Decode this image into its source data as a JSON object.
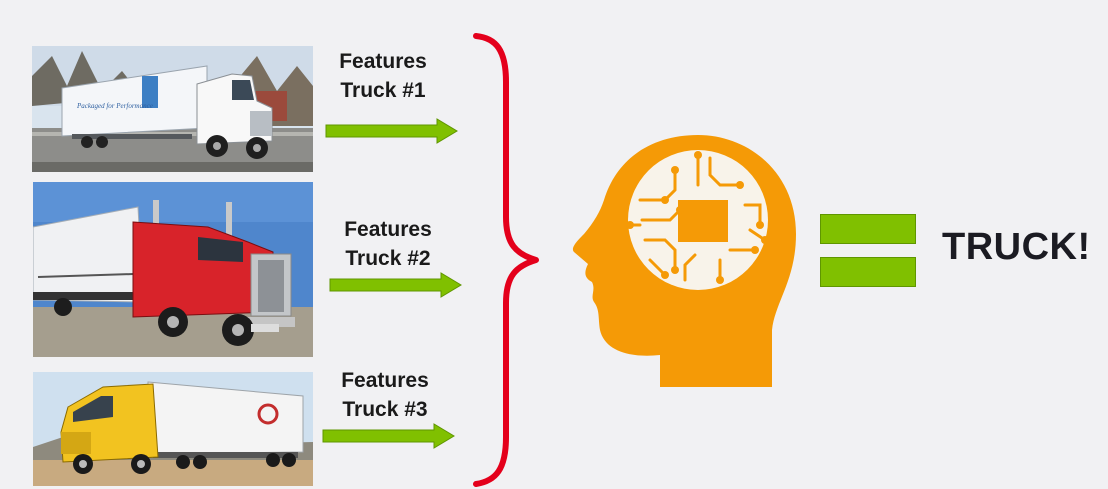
{
  "rows": [
    {
      "features_label": "Features",
      "truck_label": "Truck #1"
    },
    {
      "features_label": "Features",
      "truck_label": "Truck #2"
    },
    {
      "features_label": "Features",
      "truck_label": "Truck #3"
    }
  ],
  "result": {
    "label": "TRUCK!"
  },
  "icons": {
    "arrow": "right-arrow-icon",
    "brace": "right-curly-brace-icon",
    "head": "brain-circuit-head-icon",
    "equals": "equals-sign-icon"
  },
  "colors": {
    "arrow": "#80c000",
    "brace": "#e4001b",
    "head": "#f59a06",
    "equals": "#80c000",
    "background": "#f1f1f3"
  }
}
